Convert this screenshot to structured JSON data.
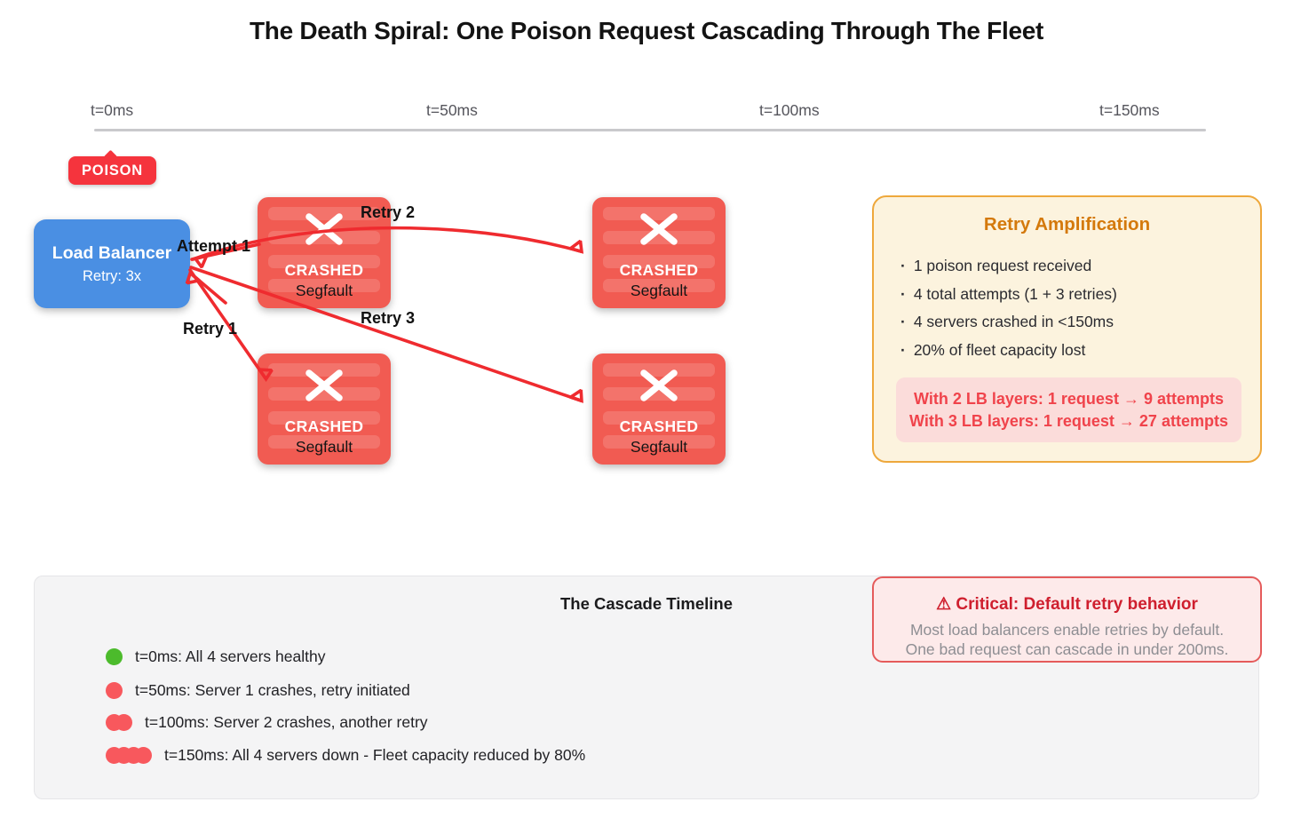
{
  "title": "The Death Spiral: One Poison Request Cascading Through The Fleet",
  "timeline": {
    "ticks": [
      "t=0ms",
      "t=50ms",
      "t=100ms",
      "t=150ms"
    ]
  },
  "poison": {
    "label": "POISON"
  },
  "load_balancer": {
    "name": "Load Balancer",
    "retry": "Retry: 3x"
  },
  "servers": [
    {
      "status": "CRASHED",
      "error": "Segfault"
    },
    {
      "status": "CRASHED",
      "error": "Segfault"
    },
    {
      "status": "CRASHED",
      "error": "Segfault"
    },
    {
      "status": "CRASHED",
      "error": "Segfault"
    }
  ],
  "arrows": {
    "attempt_1": "Attempt 1",
    "retry_1": "Retry 1",
    "retry_2": "Retry 2",
    "retry_3": "Retry 3"
  },
  "amplification": {
    "title": "Retry Amplification",
    "bullets": [
      "1 poison request received",
      "4 total attempts (1 + 3 retries)",
      "4 servers crashed in <150ms",
      "20% of fleet capacity lost"
    ],
    "warnings": [
      "With 2 LB layers: 1 request → 9 attempts",
      "With 3 LB layers: 1 request → 27 attempts"
    ]
  },
  "cascade": {
    "title": "The Cascade Timeline",
    "events": [
      {
        "dots": 1,
        "color": "#4cbb2c",
        "text": "t=0ms: All 4 servers healthy"
      },
      {
        "dots": 1,
        "color": "#f8585d",
        "text": "t=50ms: Server 1 crashes, retry initiated"
      },
      {
        "dots": 2,
        "color": "#f8585d",
        "text": "t=100ms: Server 2 crashes, another retry"
      },
      {
        "dots": 4,
        "color": "#f8585d",
        "text": "t=150ms: All 4 servers down - Fleet capacity reduced by 80%"
      }
    ]
  },
  "critical": {
    "title": "⚠ Critical: Default retry behavior",
    "body": [
      "Most load balancers enable retries by default.",
      "One bad request can cascade in under 200ms."
    ]
  },
  "colors": {
    "poison_red": "#f5343d",
    "load_balancer_blue": "#4a8fe3",
    "crash_red": "#f15b52",
    "arrow_red": "#ef2b2f",
    "healthy_green": "#4cbb2c",
    "legend_red": "#f8585d",
    "amplification_border": "#eea83c",
    "amplification_title": "#d4790b",
    "warning_text": "#f0434b",
    "critical_border": "#e55b5b",
    "critical_title": "#cf1f2e"
  }
}
